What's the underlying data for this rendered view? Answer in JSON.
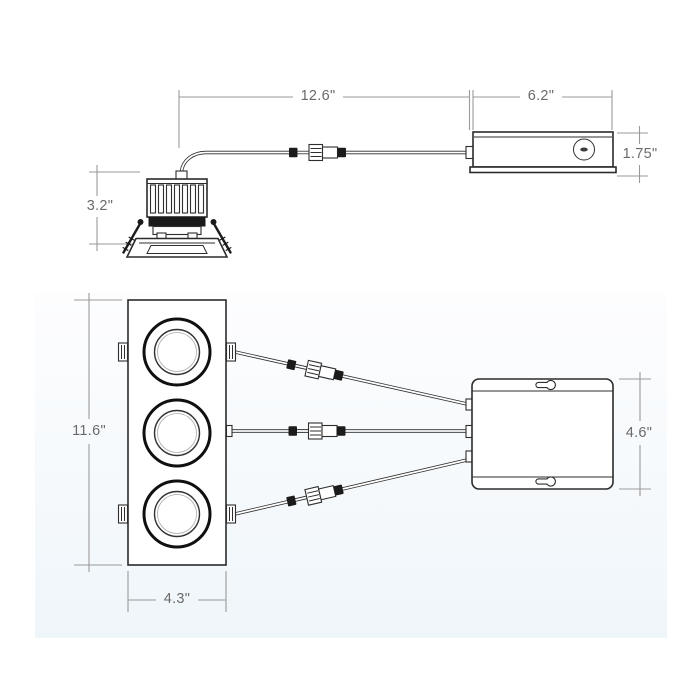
{
  "top_view": {
    "dims": {
      "cable_length": "12.6\"",
      "driver_width": "6.2\"",
      "driver_height": "1.75\"",
      "fixture_height": "3.2\""
    }
  },
  "bottom_view": {
    "dims": {
      "fixture_length": "11.6\"",
      "fixture_width": "4.3\"",
      "driver_height": "4.6\""
    }
  },
  "colors": {
    "line": "#2b2b2b",
    "dimension_line": "#9a9a9a",
    "dimension_text": "#6a6a6a",
    "background": "#ffffff",
    "figure_tint": "#eff6fa"
  }
}
